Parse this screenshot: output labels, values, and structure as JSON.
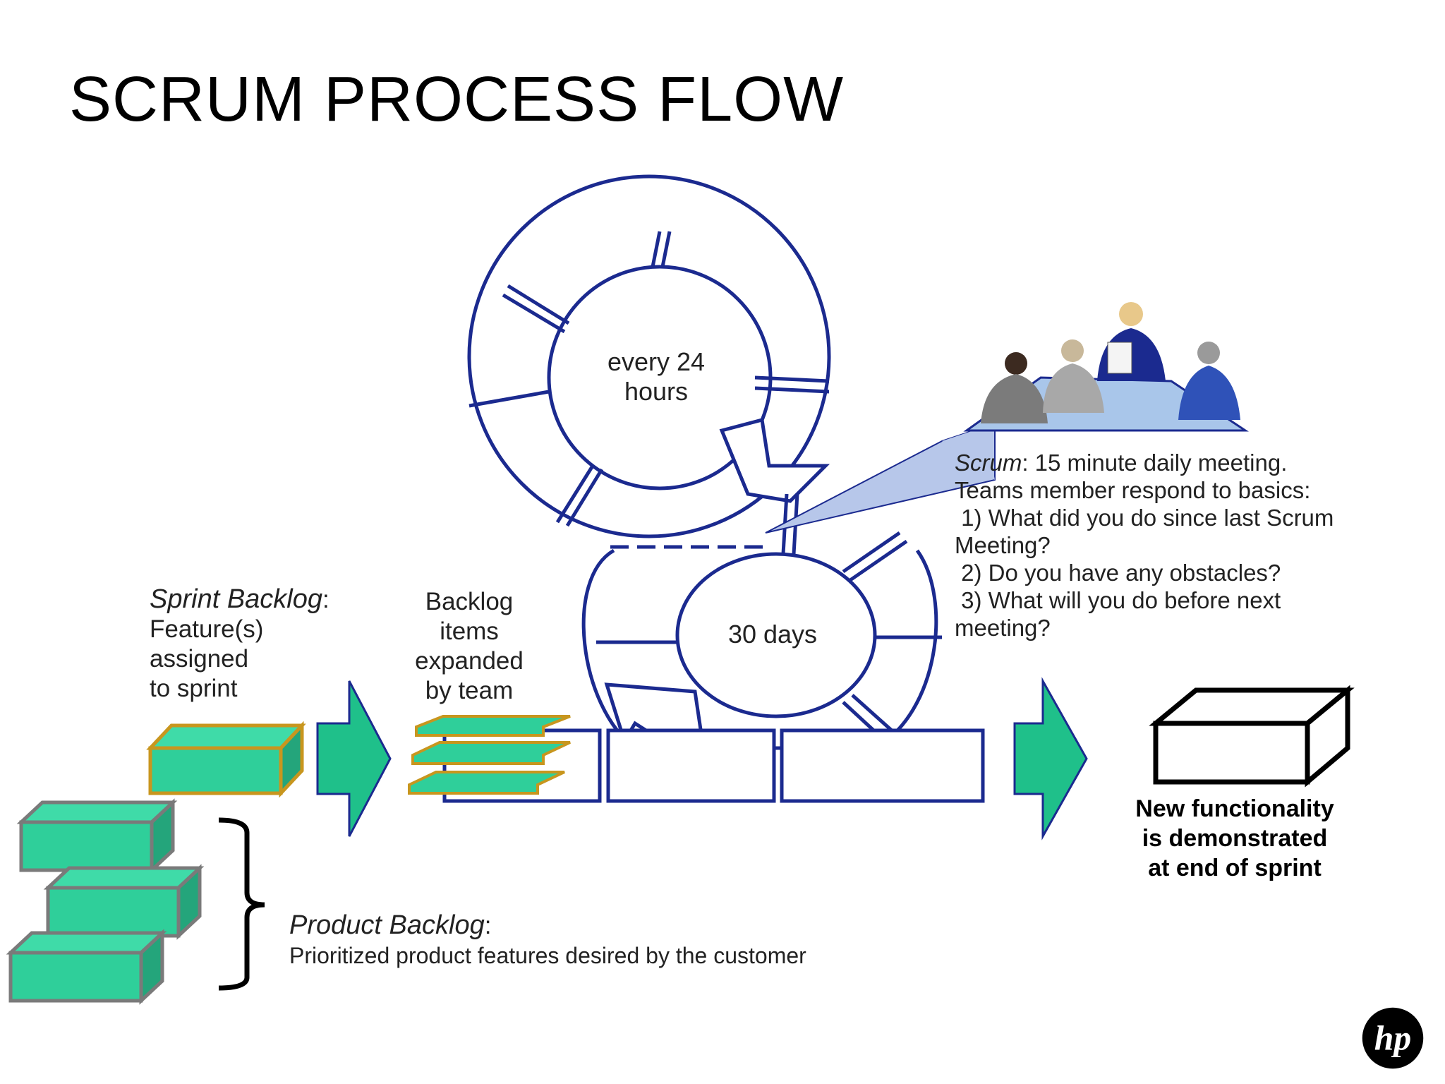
{
  "slide": {
    "title": "SCRUM PROCESS FLOW"
  },
  "cycles": {
    "daily_label_line1": "every 24",
    "daily_label_line2": "hours",
    "sprint_label": "30 days"
  },
  "sprint_backlog": {
    "heading": "Sprint Backlog",
    "heading_suffix": ":",
    "lines": [
      "Feature(s)",
      "assigned",
      "to sprint"
    ]
  },
  "backlog_items": {
    "lines": [
      "Backlog",
      "items",
      "expanded",
      "by team"
    ]
  },
  "scrum_note": {
    "heading": "Scrum",
    "first_line": ": 15 minute daily meeting.",
    "lines": [
      "Teams member respond to basics:",
      " 1) What did you do since last Scrum",
      "Meeting?",
      " 2) Do you have any obstacles?",
      " 3) What will you do before next",
      "meeting?"
    ]
  },
  "new_functionality": {
    "lines": [
      "New functionality",
      "is demonstrated",
      "at end of sprint"
    ]
  },
  "product_backlog": {
    "heading": "Product Backlog",
    "heading_suffix": ":",
    "description": "Prioritized product features desired by the customer"
  },
  "logo": {
    "text": "hp"
  },
  "colors": {
    "cycle_stroke": "#1b2a8f",
    "block_fill": "#2fcf9a",
    "block_side": "#24a57b",
    "block_border": "#7a7a7a",
    "sprint_block_border": "#c8961e",
    "arrow_fill": "#1fc08a",
    "callout_fill": "#b7c7ea"
  }
}
